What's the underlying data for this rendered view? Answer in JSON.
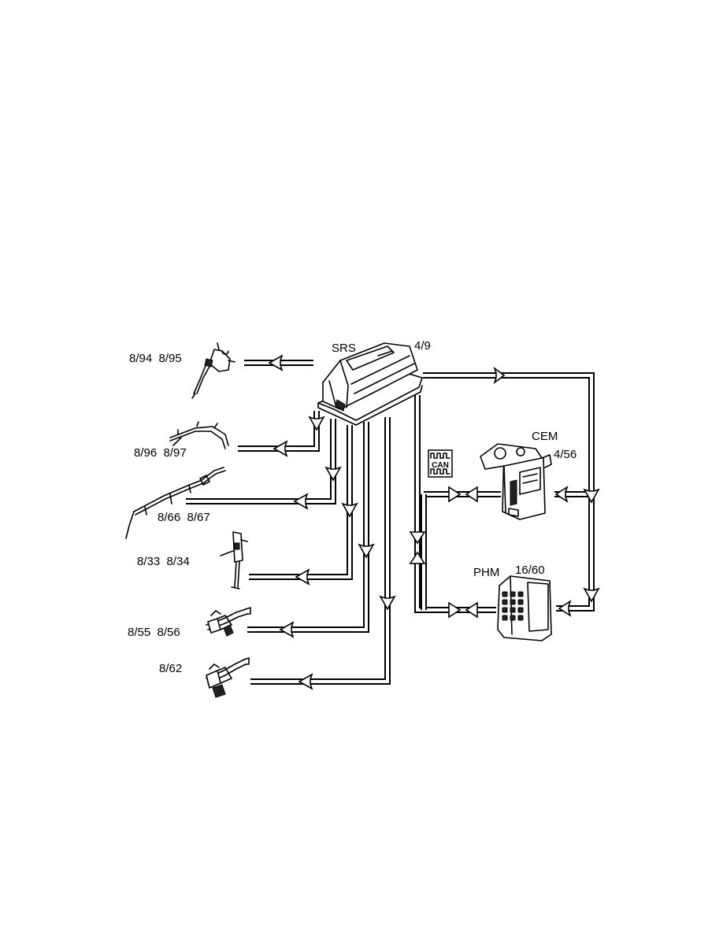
{
  "modules": {
    "srs": {
      "name": "SRS",
      "code": "4/9"
    },
    "cem": {
      "name": "CEM",
      "code": "4/56"
    },
    "phm": {
      "name": "PHM",
      "code": "16/60"
    },
    "can_icon": "CAN"
  },
  "components": [
    {
      "label": "8/94  8/95"
    },
    {
      "label": "8/96  8/97"
    },
    {
      "label": "8/66  8/67"
    },
    {
      "label": "8/33  8/34"
    },
    {
      "label": "8/55  8/56"
    },
    {
      "label": "8/62"
    }
  ]
}
